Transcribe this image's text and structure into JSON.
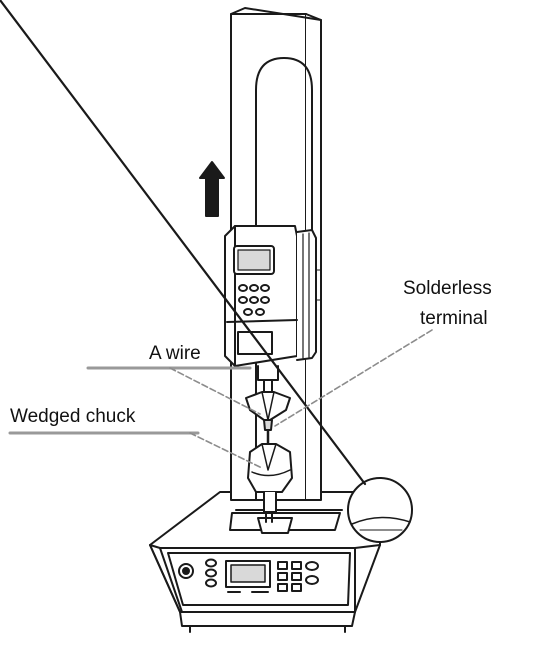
{
  "labels": {
    "solderless_line1": "Solderless",
    "solderless_line2": "terminal",
    "wire": "A wire",
    "wedged_chuck": "Wedged chuck"
  },
  "colors": {
    "stroke": "#1a1a1a",
    "leader": "#8c8c8c",
    "label_underline": "#999999",
    "fill": "#ffffff",
    "shade": "#d9d9d9"
  },
  "icons": {
    "arrow": "up-arrow-icon",
    "gauge": "force-gauge-icon"
  }
}
